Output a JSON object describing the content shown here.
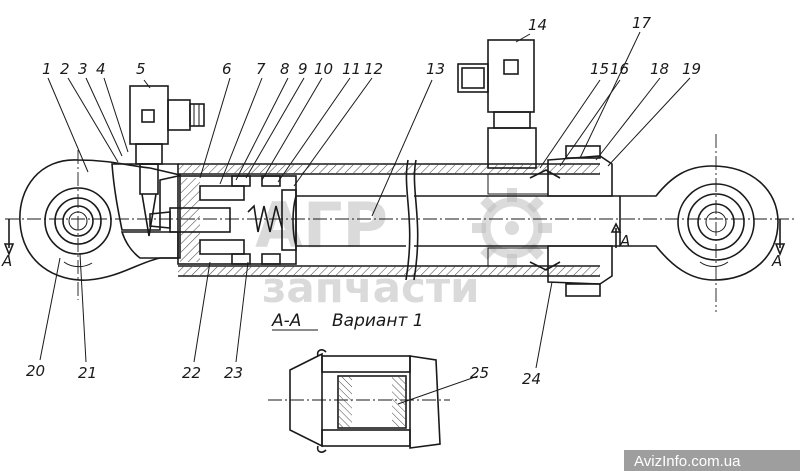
{
  "callouts": [
    "1",
    "2",
    "3",
    "4",
    "5",
    "6",
    "7",
    "8",
    "9",
    "10",
    "11",
    "12",
    "13",
    "14",
    "15",
    "16",
    "17",
    "18",
    "19",
    "20",
    "21",
    "22",
    "23",
    "24",
    "25"
  ],
  "section_marks": {
    "left": "A",
    "right": "A",
    "arrow_left": "A",
    "arrow_right": "A"
  },
  "caption": {
    "section": "А-А",
    "variant": "Вариант 1"
  },
  "watermark": {
    "line1": "АГР",
    "line2": "запчасти"
  },
  "source": "AvizInfo.com.ua",
  "colors": {
    "ink": "#1a1a1a",
    "hatch": "#4a4a4a",
    "watermark": "#bdbdbd",
    "source_bg": "#9e9e9e"
  }
}
